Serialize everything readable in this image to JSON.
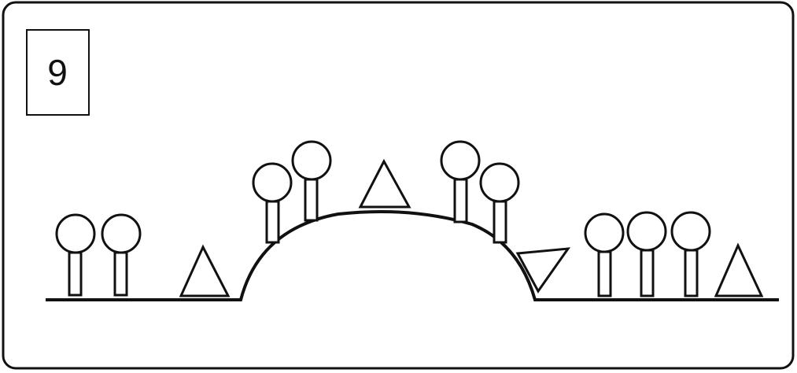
{
  "panel": {
    "number": "9"
  },
  "colors": {
    "ink": "#111111",
    "paper": "#ffffff"
  },
  "figures": {
    "left_ground": [
      "circle-stick",
      "circle-stick",
      "triangle"
    ],
    "hill": [
      "circle-stick",
      "circle-stick",
      "triangle",
      "circle-stick",
      "circle-stick"
    ],
    "right_ground": [
      "inverted-triangle",
      "circle-stick",
      "circle-stick",
      "circle-stick",
      "triangle"
    ]
  }
}
